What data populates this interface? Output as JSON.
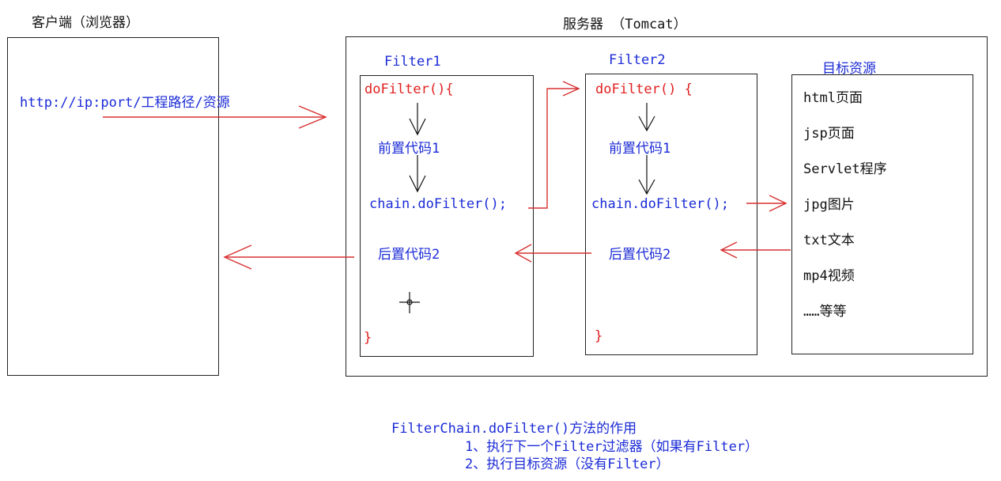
{
  "client": {
    "title": "客户端（浏览器）",
    "url": "http://ip:port/工程路径/资源"
  },
  "server": {
    "title": "服务器  （Tomcat）"
  },
  "filter1": {
    "title": "Filter1",
    "open": "doFilter(){",
    "pre": "前置代码1",
    "chain": "chain.doFilter();",
    "post": "后置代码2",
    "close": "}"
  },
  "filter2": {
    "title": "Filter2",
    "open": "doFilter() {",
    "pre": "前置代码1",
    "chain": "chain.doFilter();",
    "post": "后置代码2",
    "close": "}"
  },
  "target": {
    "title": "目标资源",
    "items": [
      "html页面",
      "jsp页面",
      "Servlet程序",
      "jpg图片",
      "txt文本",
      "mp4视频",
      "……等等"
    ]
  },
  "notes": {
    "heading": "FilterChain.doFilter()方法的作用",
    "line1": "1、执行下一个Filter过滤器（如果有Filter）",
    "line2": "2、执行目标资源（没有Filter）"
  },
  "colors": {
    "arrow": "#d83030",
    "text_blue": "#1b2bd6",
    "text_red": "#e02020"
  }
}
